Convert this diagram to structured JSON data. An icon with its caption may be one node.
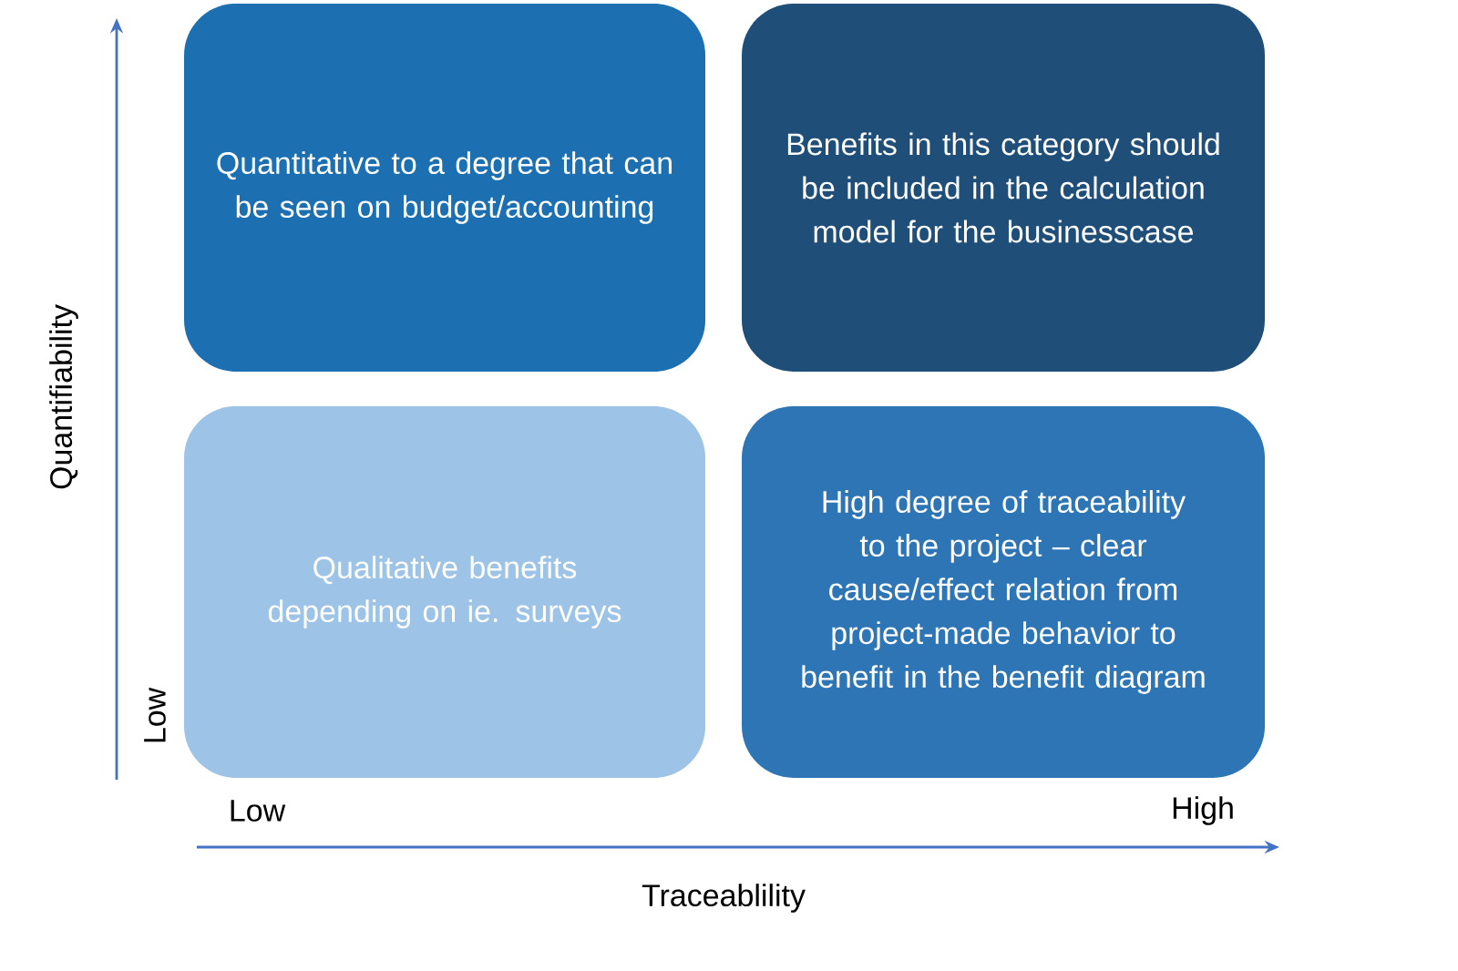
{
  "diagram": {
    "nodes": [
      {
        "text": [
          "Quantitative to a degree that can be seen on budget/accounting"
        ]
      },
      {
        "text": [
          "Benefits in this category should be included in the calculation model for the businesscase"
        ]
      },
      {
        "text": [
          "Qualitative benefits depending on ie. surveys"
        ]
      },
      {
        "text": [
          "High degree of traceability to the project – clear cause/effect relation from project-made behavior to benefit in the benefit diagram"
        ]
      }
    ],
    "edges": [],
    "labels": [
      "Quantifiability",
      "Low",
      "Low",
      "High",
      "Traceablility"
    ]
  }
}
